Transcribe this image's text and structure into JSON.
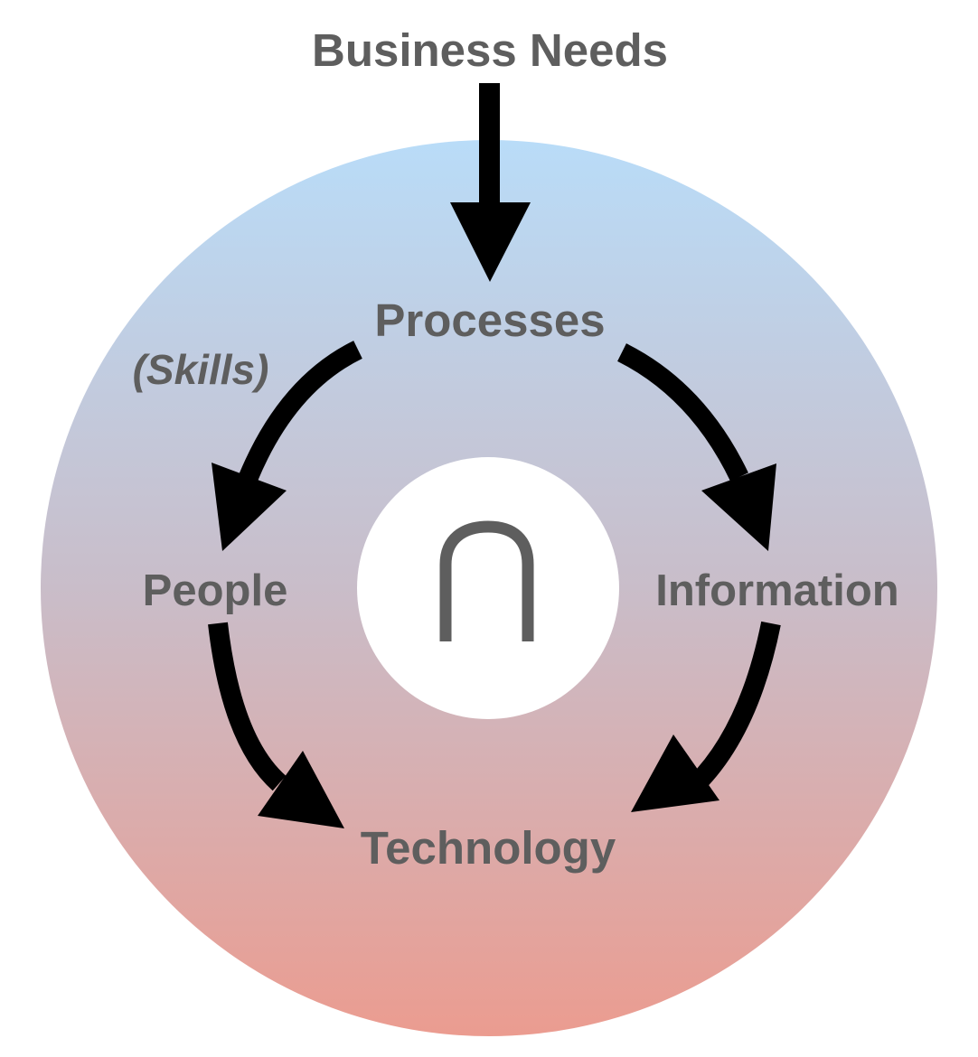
{
  "diagram": {
    "title": "Business Needs",
    "nodes": {
      "processes": "Processes",
      "people": "People",
      "information": "Information",
      "technology": "Technology"
    },
    "annotation": "(Skills)",
    "center_symbol": "∩",
    "colors": {
      "circle_top": "#b9dcf8",
      "circle_middle": "#c9bdc9",
      "circle_bottom": "#eb9c90",
      "text": "#5e5e5e",
      "arrow": "#000000",
      "center": "#ffffff"
    }
  }
}
